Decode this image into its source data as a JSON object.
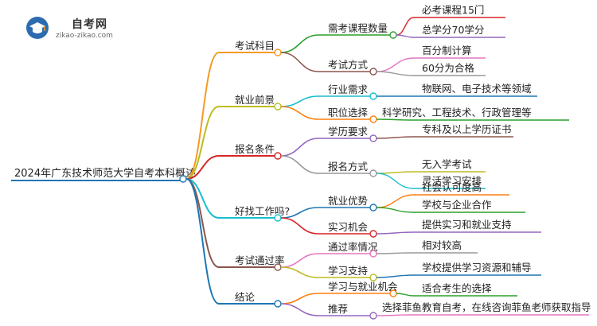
{
  "logo": {
    "name_cn": "自考网",
    "url": "zikao-zikao.com"
  },
  "root": {
    "label": "2024年广东技术师范大学自考本科概述"
  },
  "branches": [
    {
      "label": "考试科目",
      "color": "#f59a23",
      "children": [
        {
          "label": "需考课程数量",
          "color": "#2ca02c",
          "children": [
            {
              "label": "必考课程15门",
              "color": "#d62728"
            },
            {
              "label": "总学分70学分",
              "color": "#9467bd"
            }
          ]
        },
        {
          "label": "考试方式",
          "color": "#8c564b",
          "children": [
            {
              "label": "百分制计算",
              "color": "#e377c2"
            },
            {
              "label": "60分为合格",
              "color": "#999999"
            }
          ]
        }
      ]
    },
    {
      "label": "就业前景",
      "color": "#bcbd22",
      "children": [
        {
          "label": "行业需求",
          "color": "#17becf",
          "children": [
            {
              "label": "物联网、电子技术等领域",
              "color": "#1f77b4"
            }
          ]
        },
        {
          "label": "职位选择",
          "color": "#ff7f0e",
          "children": [
            {
              "label": "科学研究、工程技术、行政管理等",
              "color": "#2ca02c"
            }
          ]
        }
      ]
    },
    {
      "label": "报名条件",
      "color": "#d62728",
      "children": [
        {
          "label": "学历要求",
          "color": "#9467bd",
          "children": [
            {
              "label": "专科及以上学历证书",
              "color": "#8c564b"
            }
          ]
        },
        {
          "label": "报名方式",
          "color": "#999999",
          "children": [
            {
              "label": "无入学考试",
              "color": "#bcbd22"
            },
            {
              "label": "灵活学习安排",
              "color": "#17becf"
            }
          ]
        }
      ]
    },
    {
      "label": "好找工作吗?",
      "color": "#17becf",
      "children": [
        {
          "label": "就业优势",
          "color": "#1f77b4",
          "children": [
            {
              "label": "社会认可度高",
              "color": "#ff7f0e"
            },
            {
              "label": "学校与企业合作",
              "color": "#2ca02c"
            }
          ]
        },
        {
          "label": "实习机会",
          "color": "#d62728",
          "children": [
            {
              "label": "提供实习和就业支持",
              "color": "#9467bd"
            }
          ]
        }
      ]
    },
    {
      "label": "考试通过率",
      "color": "#8c564b",
      "children": [
        {
          "label": "通过率情况",
          "color": "#e377c2",
          "children": [
            {
              "label": "相对较高",
              "color": "#999999"
            }
          ]
        },
        {
          "label": "学习支持",
          "color": "#bcbd22",
          "children": [
            {
              "label": "学校提供学习资源和辅导",
              "color": "#1f77b4"
            }
          ]
        }
      ]
    },
    {
      "label": "结论",
      "color": "#1f77b4",
      "children": [
        {
          "label": "学习与就业机会",
          "color": "#ff7f0e",
          "children": [
            {
              "label": "适合考生的选择",
              "color": "#2ca02c"
            }
          ]
        },
        {
          "label": "推荐",
          "color": "#9467bd",
          "children": [
            {
              "label": "选择菲鱼教育自考，在线咨询菲鱼老师获取指导",
              "color": "#e377c2"
            }
          ]
        }
      ]
    }
  ]
}
